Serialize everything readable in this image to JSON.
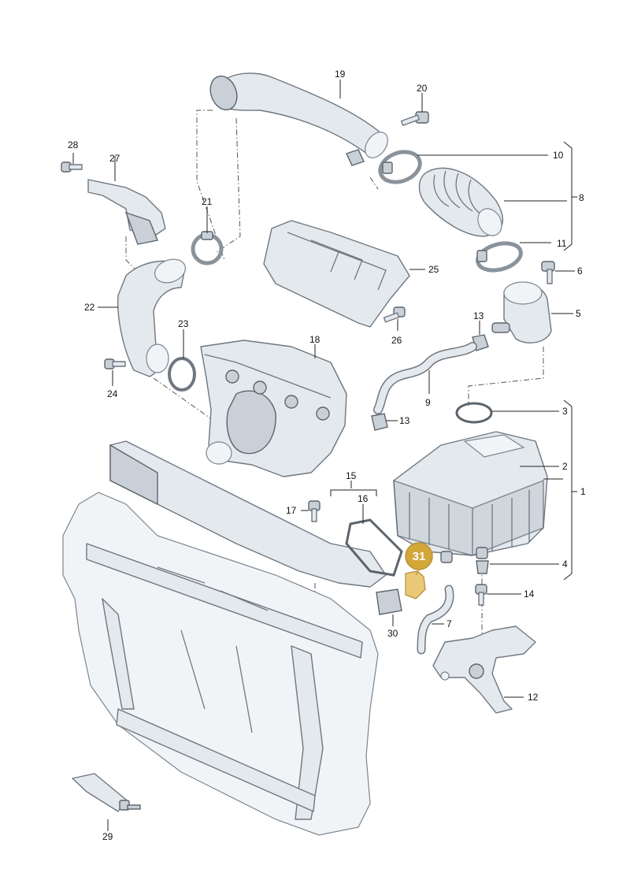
{
  "diagram": {
    "labels": {
      "p1": "1",
      "p2": "2",
      "p3": "3",
      "p4": "4",
      "p5": "5",
      "p6": "6",
      "p7": "7",
      "p8": "8",
      "p9": "9",
      "p10": "10",
      "p11": "11",
      "p12": "12",
      "p13a": "13",
      "p13b": "13",
      "p14": "14",
      "p15": "15",
      "p16": "16",
      "p17": "17",
      "p18": "18",
      "p19": "19",
      "p20": "20",
      "p21": "21",
      "p22": "22",
      "p23": "23",
      "p24": "24",
      "p25": "25",
      "p26": "26",
      "p27": "27",
      "p28": "28",
      "p29": "29",
      "p30": "30"
    },
    "highlight": {
      "label": "31",
      "color": "#d4a73a"
    }
  }
}
